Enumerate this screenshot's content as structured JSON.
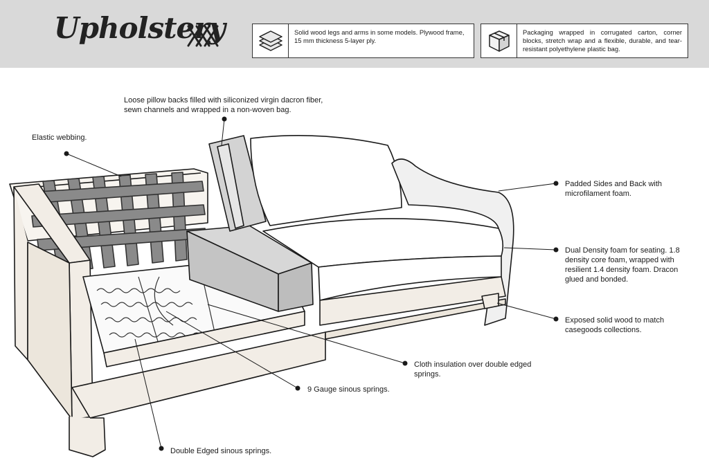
{
  "header": {
    "logo_text": "Upholstery",
    "info_boxes": [
      {
        "icon": "layers-icon",
        "text": "Solid wood legs and arms in some models. Plywood frame, 15 mm thickness 5-layer ply."
      },
      {
        "icon": "package-box-icon",
        "text": "Packaging wrapped in corrugated carton, corner blocks, stretch wrap and a flexible, durable, and tear-resistant polyethylene plastic bag."
      }
    ]
  },
  "callouts": {
    "pillow_backs": "Loose pillow backs filled with siliconized virgin dacron fiber, sewn channels and wrapped in a non-woven bag.",
    "elastic_webbing": "Elastic webbing.",
    "padded_sides": "Padded Sides and Back with microfilament foam.",
    "dual_density": "Dual Density foam for seating. 1.8  density core foam, wrapped with resilient 1.4 density foam. Dracon glued and bonded.",
    "exposed_wood": "Exposed solid wood to match casegoods collections.",
    "cloth_insulation": "Cloth insulation over double edged springs.",
    "gauge_springs": "9 Gauge sinous springs.",
    "double_edged": "Double Edged sinous springs."
  },
  "colors": {
    "header_bg": "#d9d9d9",
    "line": "#1a1a1a",
    "webbing": "#8a8a8a",
    "foam": "#bdbdbd",
    "wood": "#f2ede6"
  }
}
